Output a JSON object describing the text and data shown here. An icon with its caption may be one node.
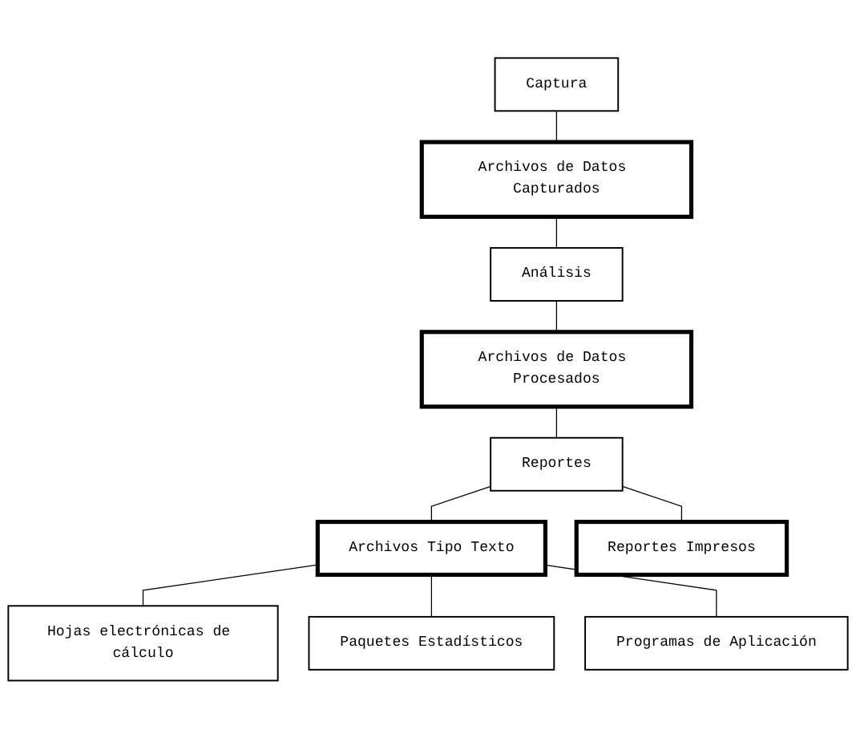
{
  "diagram": {
    "nodes": [
      {
        "text": [
          "Captura"
        ]
      },
      {
        "text": [
          "Archivos de Datos Capturados"
        ]
      },
      {
        "text": [
          "Análisis"
        ]
      },
      {
        "text": [
          "Archivos de Datos Procesados"
        ]
      },
      {
        "text": [
          "Reportes"
        ]
      },
      {
        "text": [
          "Archivos Tipo Texto"
        ]
      },
      {
        "text": [
          "Reportes Impresos"
        ]
      },
      {
        "text": [
          "Hojas electrónicas de cálculo"
        ]
      },
      {
        "text": [
          "Paquetes Estadísticos"
        ]
      },
      {
        "text": [
          "Programas de Aplicación"
        ]
      }
    ],
    "edges": [
      {
        "from": 0,
        "to": 1,
        "arrow": "none"
      },
      {
        "from": 1,
        "to": 2,
        "arrow": "none"
      },
      {
        "from": 2,
        "to": 3,
        "arrow": "none"
      },
      {
        "from": 3,
        "to": 4,
        "arrow": "none"
      },
      {
        "from": 4,
        "to": 5,
        "arrow": "none"
      },
      {
        "from": 4,
        "to": 6,
        "arrow": "none"
      },
      {
        "from": 5,
        "to": 7,
        "arrow": "none"
      },
      {
        "from": 5,
        "to": 8,
        "arrow": "none"
      },
      {
        "from": 5,
        "to": 9,
        "arrow": "none"
      }
    ]
  }
}
